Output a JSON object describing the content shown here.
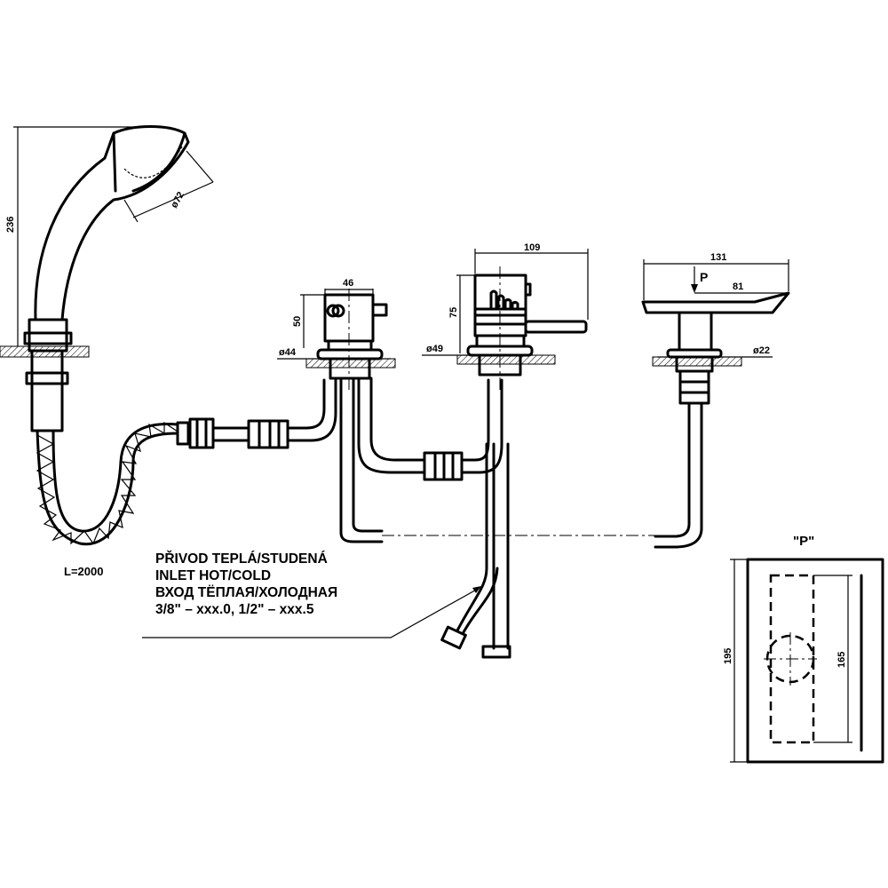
{
  "dimensions": {
    "shower_height": "236",
    "shower_head_diameter": "ø72",
    "hose_length": "L=2000",
    "diverter_width": "46",
    "diverter_height": "50",
    "diverter_hole": "ø44",
    "mixer_height": "75",
    "mixer_hole": "ø49",
    "mixer_length": "109",
    "spout_length": "131",
    "spout_view_marker": "P",
    "spout_reach": "81",
    "spout_hole": "ø22",
    "view_label": "\"P\"",
    "view_outer_height": "195",
    "view_inner_height": "165"
  },
  "note": {
    "lines": [
      "PŘIVOD TEPLÁ/STUDENÁ",
      "INLET HOT/COLD",
      "ВХОД ТЁПЛАЯ/ХОЛОДНАЯ",
      "3/8\" – xxx.0, 1/2\" – xxx.5"
    ]
  }
}
